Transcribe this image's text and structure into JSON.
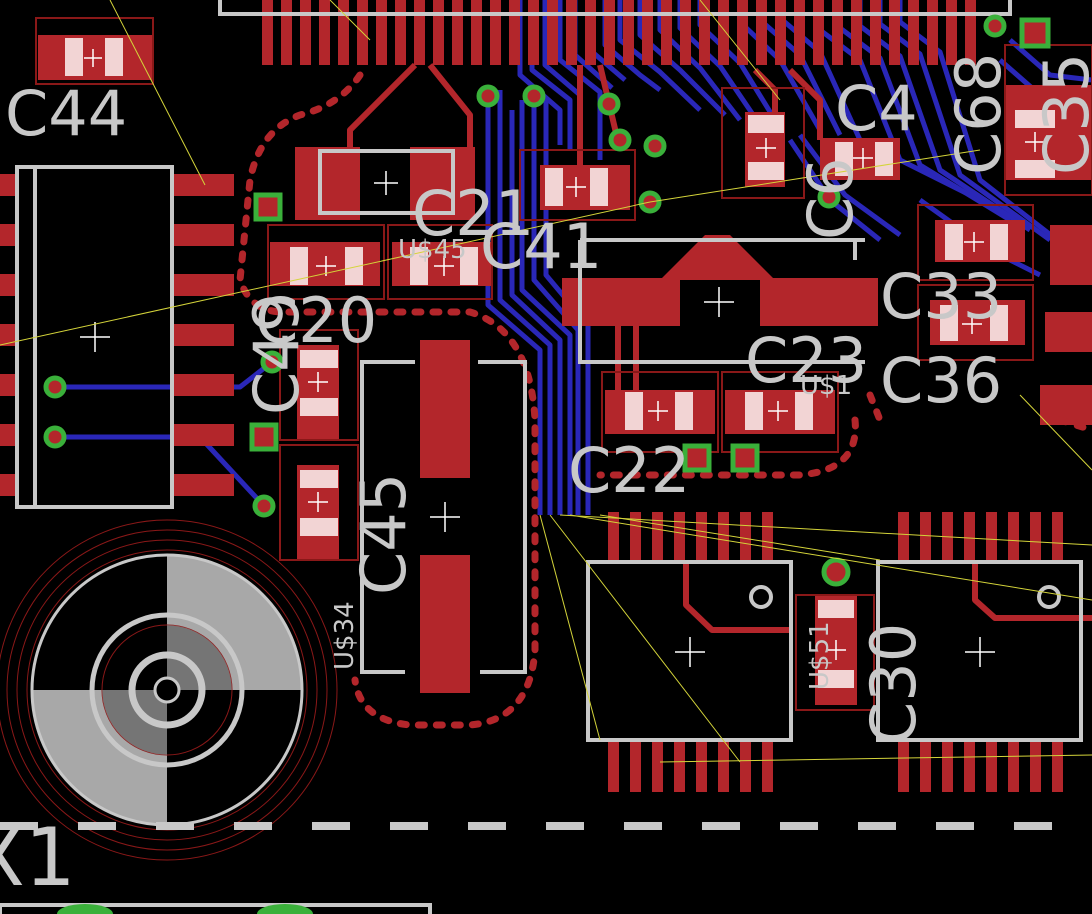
{
  "viewer": {
    "title": "PCB layout editor canvas",
    "colors": {
      "background": "#000000",
      "top_copper": "#b3262b",
      "bottom_copper": "#2a27b8",
      "silkscreen": "#c8c8c8",
      "via": "#3ab03a",
      "airwire": "#d4d43a",
      "dimension": "#8a1818",
      "pad_hole": "#ffffff"
    }
  },
  "labels": {
    "c44": "C44",
    "c21": "C21",
    "c41": "C41",
    "c4": "C4",
    "c6": "C6",
    "c5": "C5",
    "c68": "C68",
    "c35": "C35",
    "c20": "C20",
    "c49": "C49",
    "c33": "C33",
    "c23": "C23",
    "c36": "C36",
    "c22": "C22",
    "c45": "C45",
    "c30": "C30",
    "x1": "X1",
    "us45": "U$45",
    "us1": "U$1",
    "us34": "U$34",
    "us51": "U$51"
  }
}
